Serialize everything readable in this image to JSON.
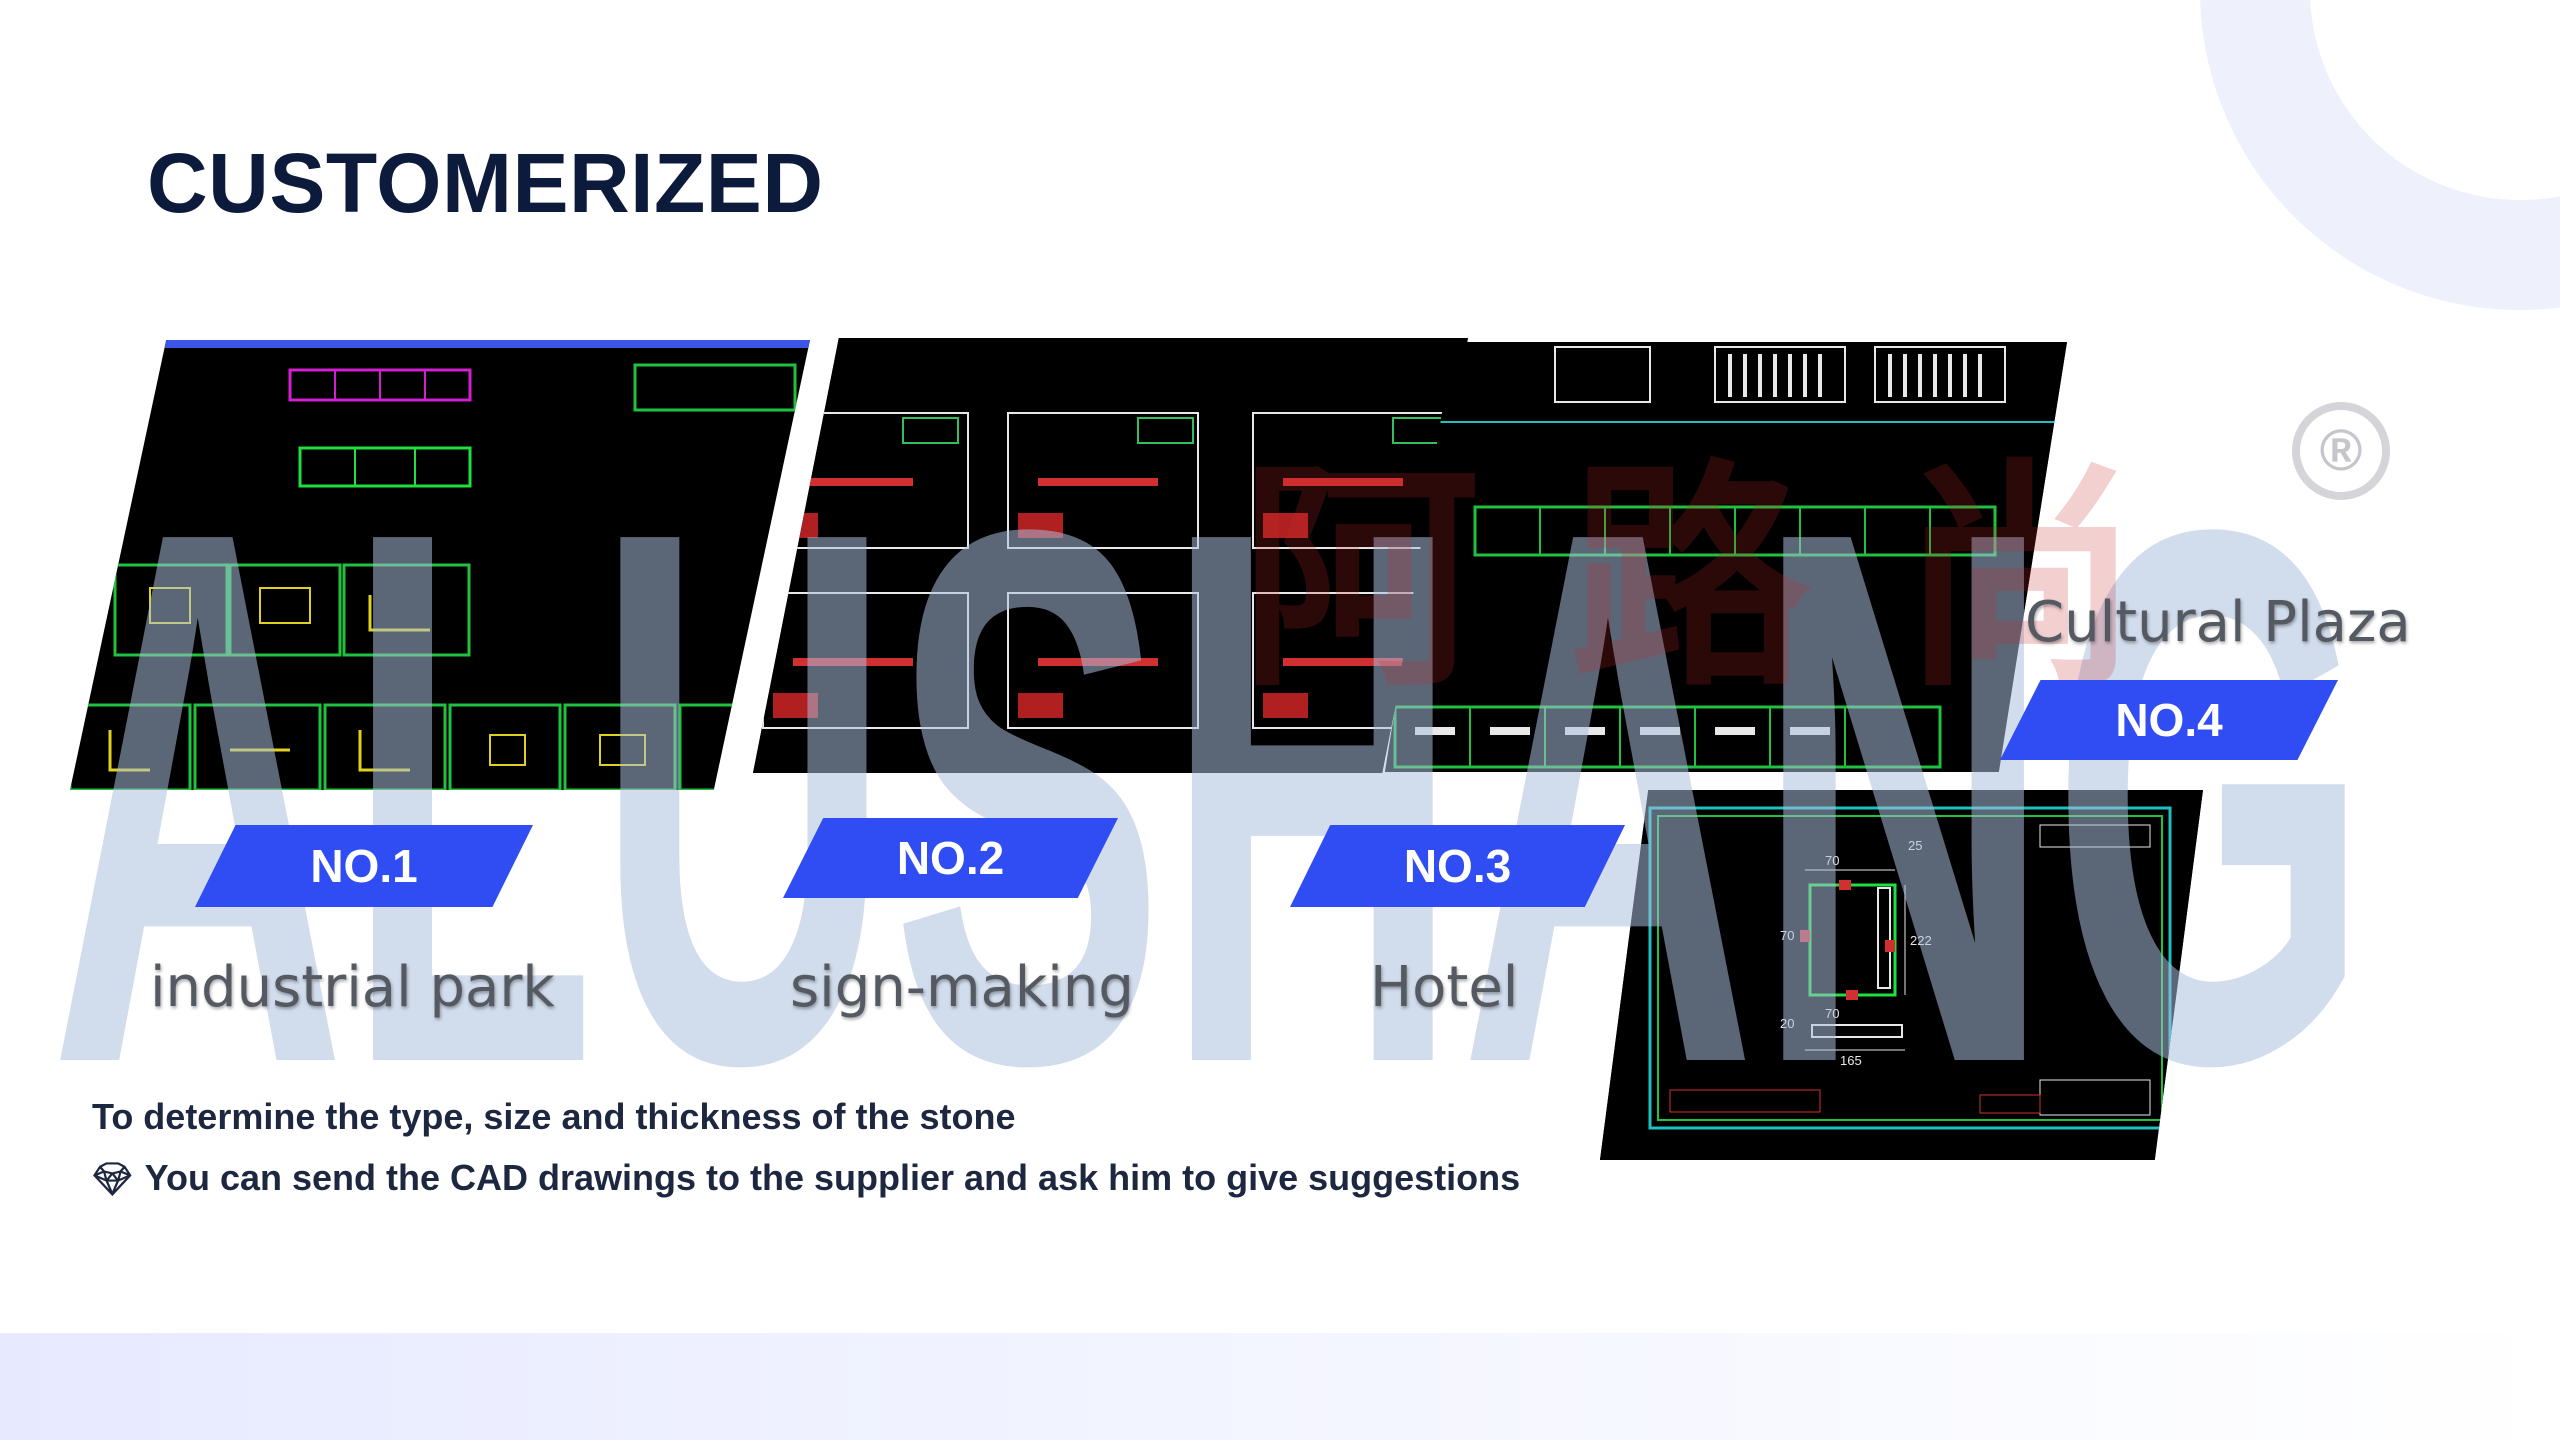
{
  "title": "CUSTOMERIZED",
  "categories": [
    {
      "badge": "NO.1",
      "caption": "industrial park"
    },
    {
      "badge": "NO.2",
      "caption": "sign-making"
    },
    {
      "badge": "NO.3",
      "caption": "Hotel"
    },
    {
      "badge": "NO.4",
      "caption": "Cultural Plaza"
    }
  ],
  "description": {
    "line1": "To determine the type, size and thickness of the stone",
    "line2": "You can send the CAD drawings to the supplier and ask him to give suggestions",
    "bullet_icon": "diamond-icon"
  },
  "watermark": {
    "latin": "ALUSHANG",
    "chinese": "阿路尚",
    "registered": "®"
  },
  "cad_detail_labels": [
    "70",
    "70",
    "222",
    "70",
    "165",
    "25",
    "20"
  ],
  "colors": {
    "title": "#0c1a3c",
    "badge": "#2f4df2",
    "watermark": "#a9bedd",
    "caption": "#555a62"
  }
}
